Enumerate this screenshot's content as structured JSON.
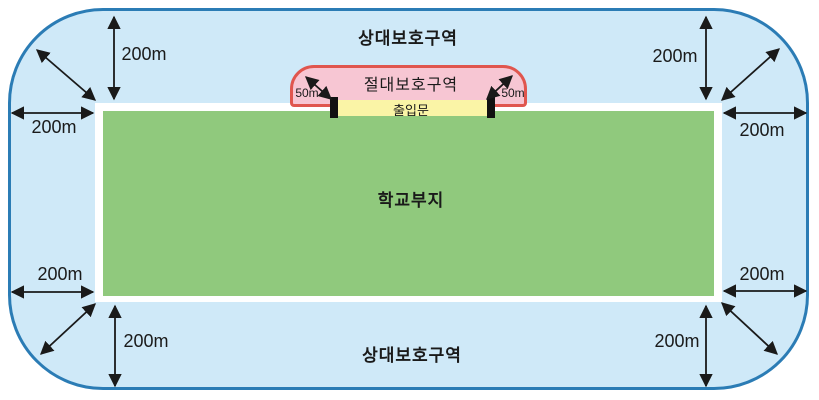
{
  "zones": {
    "relative_protection_top": "상대보호구역",
    "relative_protection_bottom": "상대보호구역",
    "absolute_protection": "절대보호구역",
    "gate": "출입문",
    "school_site": "학교부지"
  },
  "measurements": {
    "relative_distance": "200m",
    "absolute_distance": "50m"
  },
  "colors": {
    "relative_zone_fill": "#cfe9f8",
    "relative_zone_border": "#2b7cb5",
    "school_site_fill": "#90c97d",
    "site_boundary_fill": "#ffffff",
    "absolute_zone_fill": "#f7c6d3",
    "absolute_zone_border": "#e0564e",
    "gate_fill": "#faf4a6",
    "gate_post": "#111111",
    "arrow": "#1a1a1a"
  }
}
